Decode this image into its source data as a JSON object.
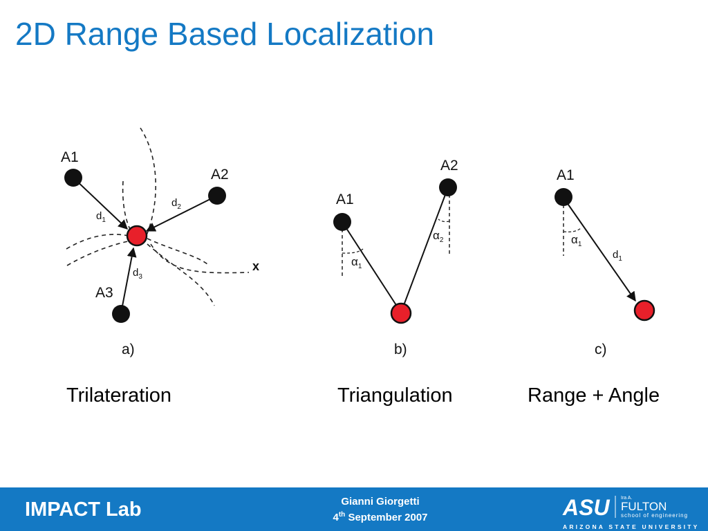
{
  "title": "2D Range Based Localization",
  "diagram": {
    "panel_a": {
      "anchor1": "A1",
      "anchor2": "A2",
      "anchor3": "A3",
      "d": "d",
      "sub1": "1",
      "sub2": "2",
      "sub3": "3",
      "axis": "x",
      "tag": "a)"
    },
    "panel_b": {
      "anchor1": "A1",
      "anchor2": "A2",
      "alpha": "α",
      "sub1": "1",
      "sub2": "2",
      "tag": "b)"
    },
    "panel_c": {
      "anchor1": "A1",
      "alpha": "α",
      "sub1": "1",
      "d": "d",
      "dsub": "1",
      "tag": "c)"
    }
  },
  "captions": {
    "a": "Trilateration",
    "b": "Triangulation",
    "c": "Range + Angle"
  },
  "footer": {
    "lab": "IMPACT Lab",
    "presenter": "Gianni Giorgetti",
    "date_day": "4",
    "date_sup": "th",
    "date_rest": " September 2007",
    "logo_asu": "ASU",
    "logo_ira": "Ira A.",
    "logo_fulton": "FULTON",
    "logo_school": "school of engineering",
    "logo_university": "ARIZONA STATE UNIVERSITY"
  },
  "colors": {
    "accent": "#1479c4",
    "target_node": "#e8202a",
    "anchor_node": "#111111"
  }
}
